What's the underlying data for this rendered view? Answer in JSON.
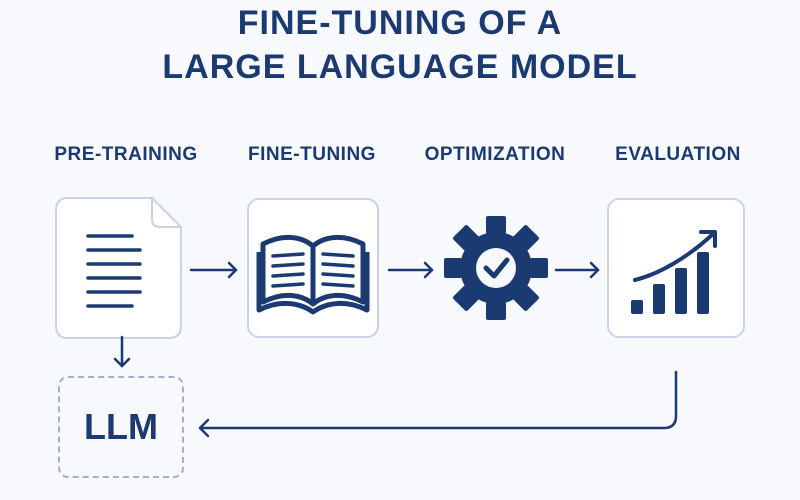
{
  "title": {
    "line1": "FINE-TUNING OF A",
    "line2": "LARGE LANGUAGE MODEL"
  },
  "stages": [
    {
      "label": "PRE-TRAINING",
      "icon": "document-icon"
    },
    {
      "label": "FINE-TUNING",
      "icon": "open-book-icon"
    },
    {
      "label": "OPTIMIZATION",
      "icon": "gear-check-icon"
    },
    {
      "label": "EVALUATION",
      "icon": "growth-chart-icon"
    }
  ],
  "model": {
    "label": "LLM"
  },
  "colors": {
    "primary": "#1c3a72",
    "tile_border": "#c7d4e8",
    "dashed_border": "#9fb2cf",
    "background": "#f7f9fc"
  }
}
